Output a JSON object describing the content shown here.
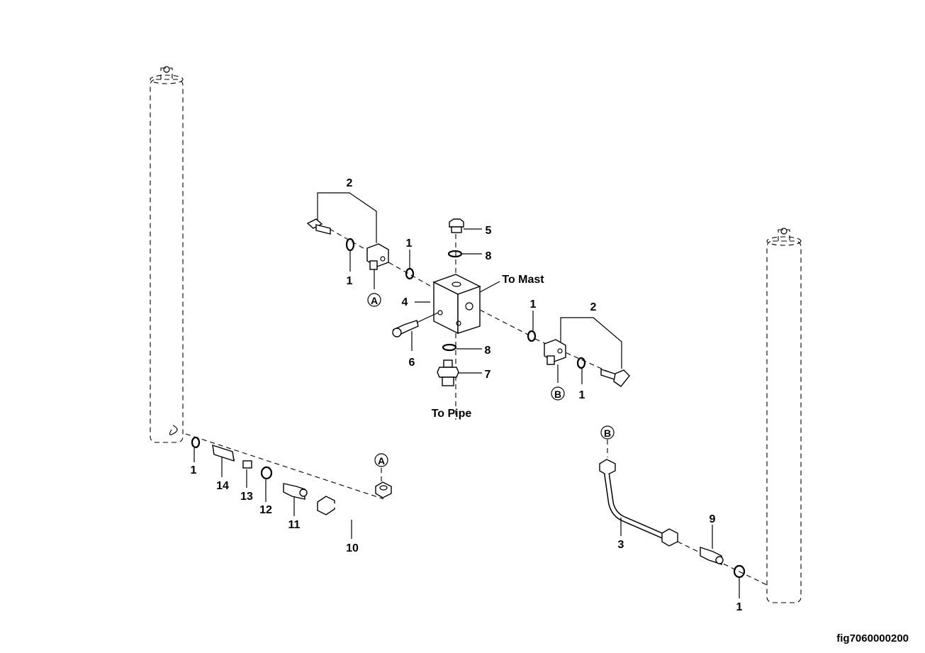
{
  "figure_id": "fig7060000200",
  "callouts": {
    "top_left": {
      "bracket": "2",
      "washer_left": "1",
      "washer_right": "1",
      "ref": "A"
    },
    "center": {
      "plug": "5",
      "seal_top": "8",
      "to_mast": "To Mast",
      "block": "4",
      "screw": "6",
      "seal_bottom": "8",
      "fitting": "7",
      "to_pipe": "To Pipe"
    },
    "top_right": {
      "washer_left": "1",
      "bracket": "2",
      "ref": "B",
      "washer_right": "1"
    },
    "bottom_left": {
      "washer": "1",
      "part14": "14",
      "part13": "13",
      "part12": "12",
      "part11": "11",
      "pipe": "10",
      "ref": "A"
    },
    "bottom_right": {
      "ref": "B",
      "pipe": "3",
      "fitting": "9",
      "washer": "1"
    }
  }
}
